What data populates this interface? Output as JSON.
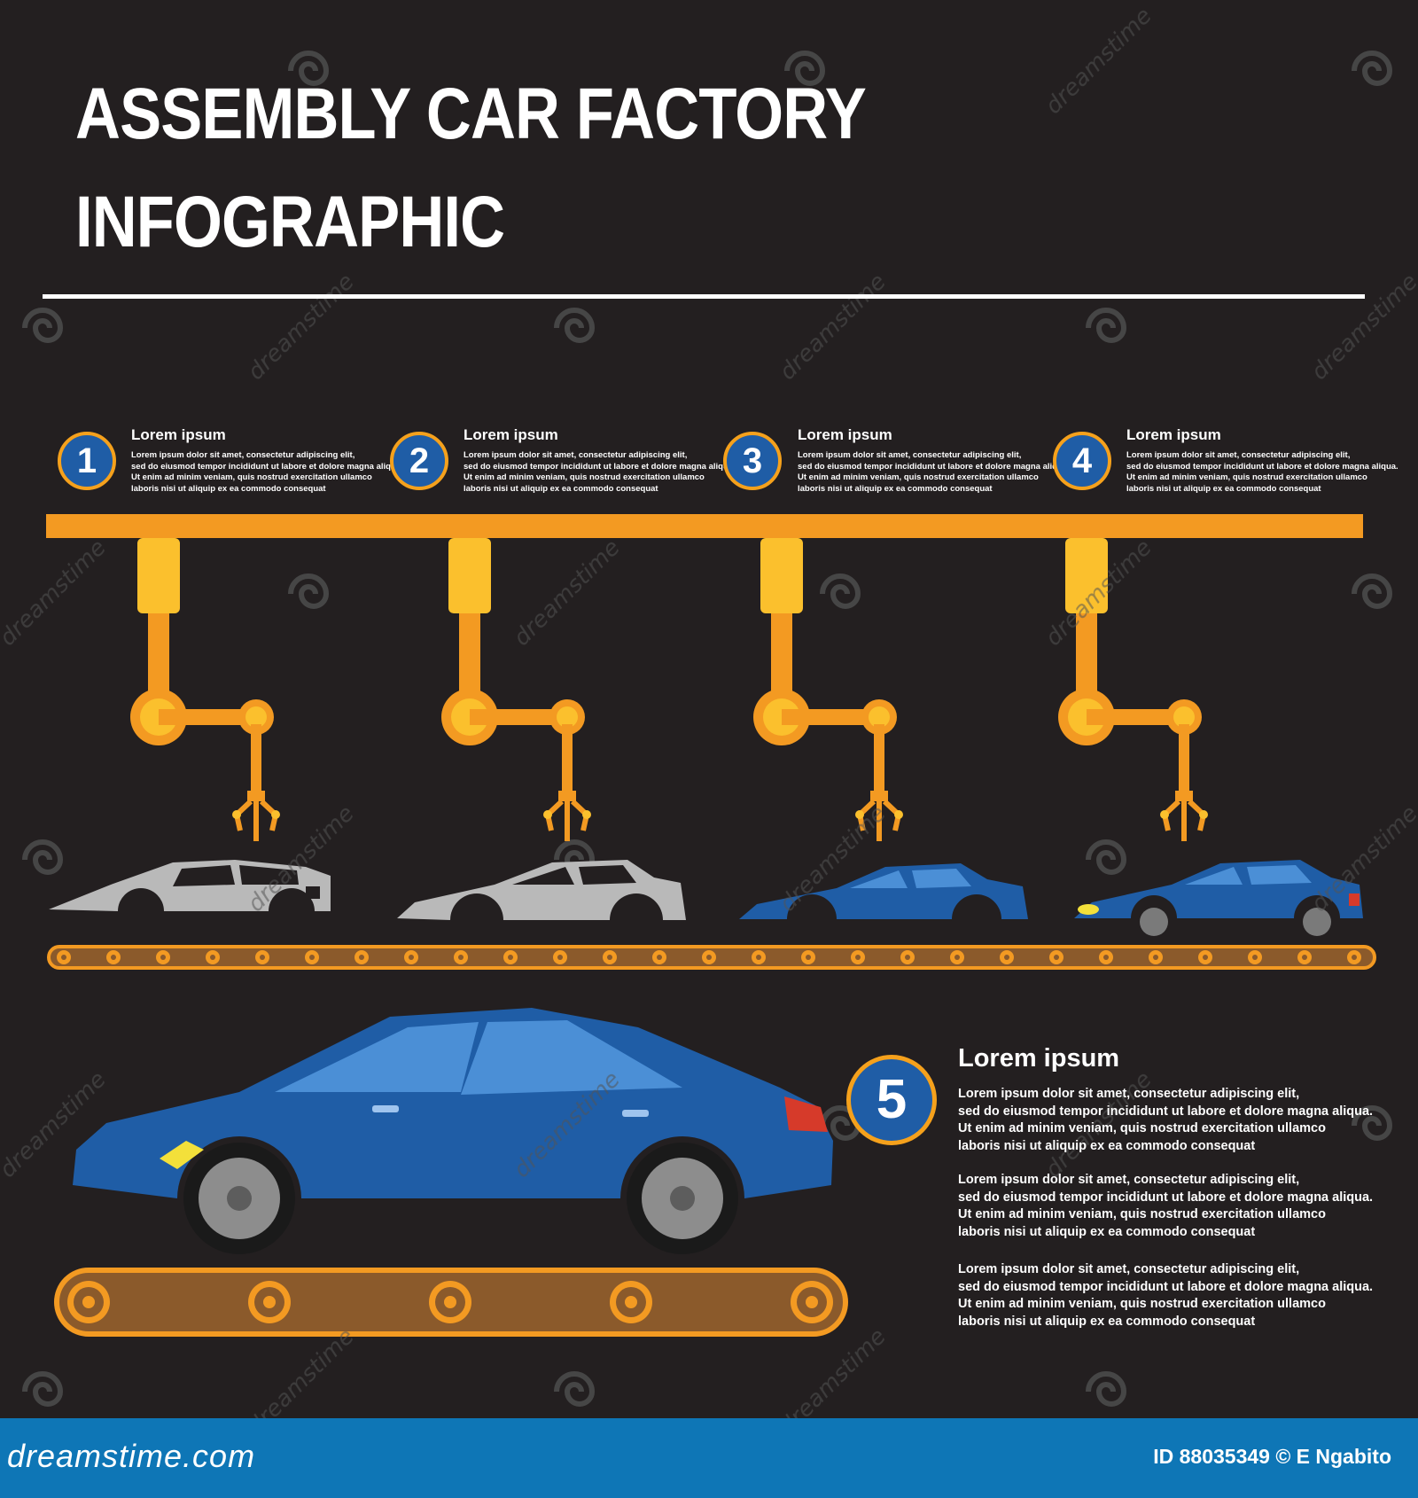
{
  "title": {
    "line1": "ASSEMBLY CAR FACTORY",
    "line2": "INFOGRAPHIC"
  },
  "steps": [
    {
      "number": "1",
      "heading": "Lorem ipsum",
      "lines": [
        "Lorem ipsum dolor sit amet, consectetur adipiscing elit,",
        "sed do eiusmod tempor incididunt ut labore et dolore magna aliqua.",
        "Ut enim ad minim veniam, quis nostrud exercitation ullamco",
        "laboris nisi ut aliquip ex ea commodo consequat"
      ]
    },
    {
      "number": "2",
      "heading": "Lorem ipsum",
      "lines": [
        "Lorem ipsum dolor sit amet, consectetur adipiscing elit,",
        "sed do eiusmod tempor incididunt ut labore et dolore magna aliqua.",
        "Ut enim ad minim veniam, quis nostrud exercitation ullamco",
        "laboris nisi ut aliquip ex ea commodo consequat"
      ]
    },
    {
      "number": "3",
      "heading": "Lorem ipsum",
      "lines": [
        "Lorem ipsum dolor sit amet, consectetur adipiscing elit,",
        "sed do eiusmod tempor incididunt ut labore et dolore magna aliqua.",
        "Ut enim ad minim veniam, quis nostrud exercitation ullamco",
        "laboris nisi ut aliquip ex ea commodo consequat"
      ]
    },
    {
      "number": "4",
      "heading": "Lorem ipsum",
      "lines": [
        "Lorem ipsum dolor sit amet, consectetur adipiscing elit,",
        "sed do eiusmod tempor incididunt ut labore et dolore magna aliqua.",
        "Ut enim ad minim veniam, quis nostrud exercitation ullamco",
        "laboris nisi ut aliquip ex ea commodo consequat"
      ]
    }
  ],
  "step5": {
    "number": "5",
    "heading": "Lorem ipsum",
    "paragraphs": [
      [
        "Lorem ipsum dolor sit amet, consectetur adipiscing elit,",
        "sed do eiusmod tempor incididunt ut labore et dolore magna aliqua.",
        "Ut enim ad minim veniam, quis nostrud exercitation ullamco",
        "laboris nisi ut aliquip ex ea commodo consequat"
      ],
      [
        "Lorem ipsum dolor sit amet, consectetur adipiscing elit,",
        "sed do eiusmod tempor incididunt ut labore et dolore magna aliqua.",
        "Ut enim ad minim veniam, quis nostrud exercitation ullamco",
        "laboris nisi ut aliquip ex ea commodo consequat"
      ],
      [
        "Lorem ipsum dolor sit amet, consectetur adipiscing elit,",
        "sed do eiusmod tempor incididunt ut labore et dolore magna aliqua.",
        "Ut enim ad minim veniam, quis nostrud exercitation ullamco",
        "laboris nisi ut aliquip ex ea commodo consequat"
      ]
    ]
  },
  "footer": {
    "brand": "dreamstime.com",
    "credit": "ID 88035349 © E Ngabito"
  },
  "watermark": "dreamstime",
  "colors": {
    "background": "#231f20",
    "rail": "#f39a22",
    "arm_light": "#fbc02d",
    "badge": "#1f5da6",
    "car_blue": "#1f5da6",
    "car_body_grey": "#b9b9b9",
    "conveyor": "#8b5a2b",
    "footer": "#0e76b6"
  }
}
